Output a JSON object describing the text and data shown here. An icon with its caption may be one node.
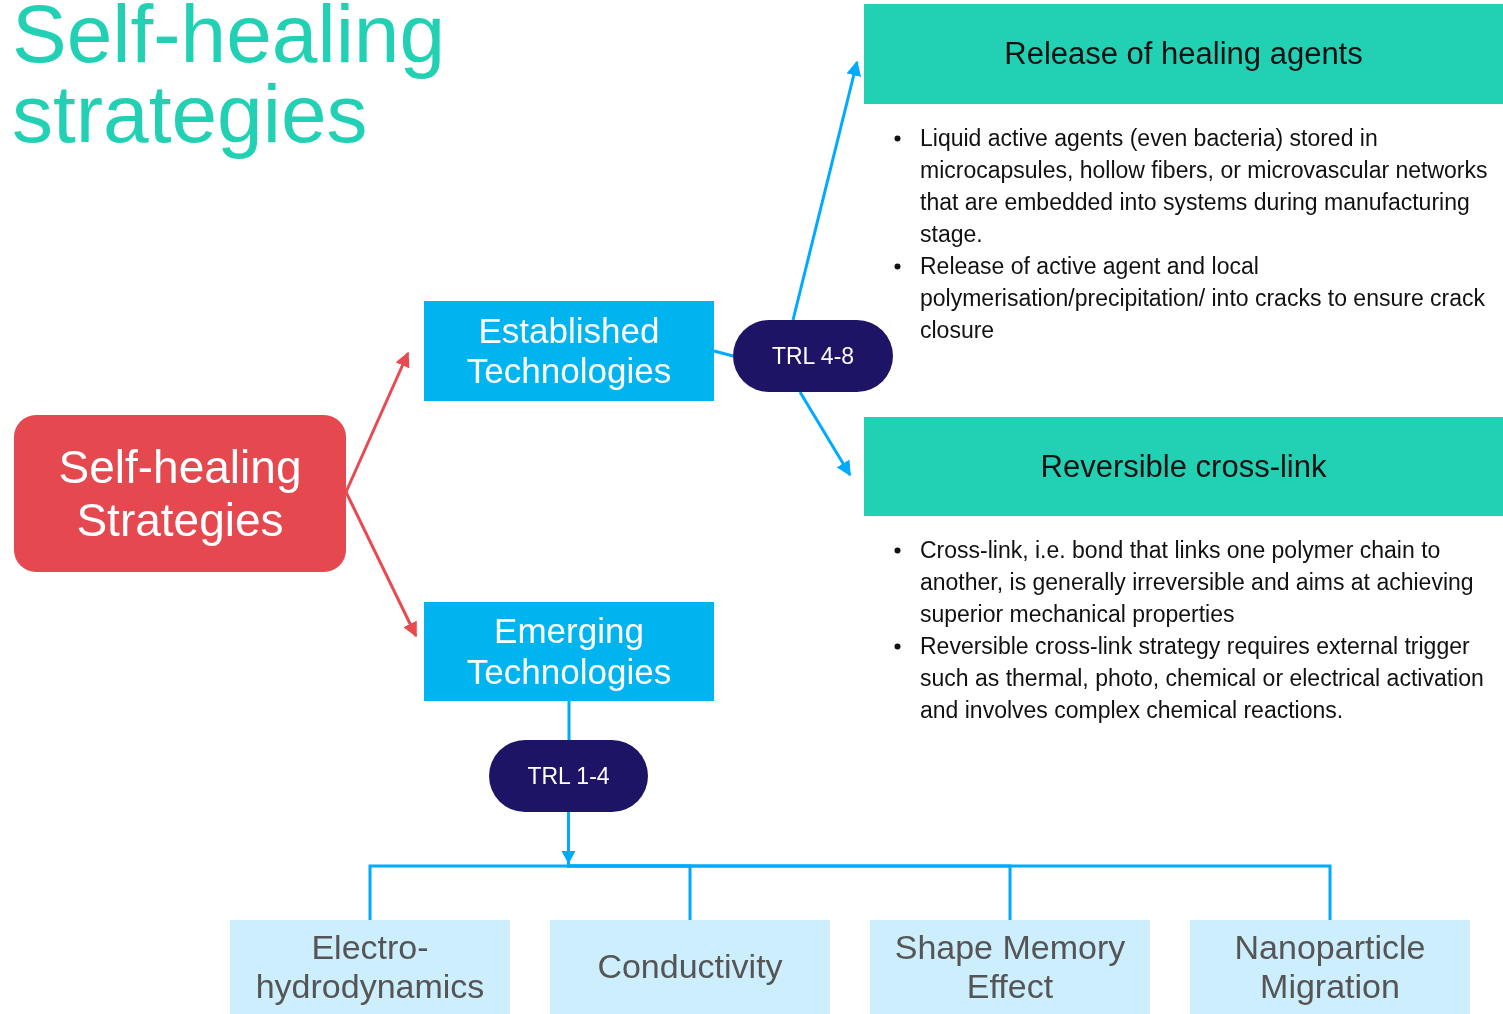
{
  "diagram": {
    "title": "Self-healing strategies",
    "nodes": [
      {
        "text": [
          "Self-healing Strategies"
        ]
      },
      {
        "text": [
          "Established Technologies"
        ]
      },
      {
        "text": [
          "Emerging Technologies"
        ]
      },
      {
        "text": [
          "TRL 4-8"
        ]
      },
      {
        "text": [
          "Release of healing agents"
        ],
        "beside": [
          "Liquid active agents (even bacteria) stored in microcapsules, hollow fibers, or microvascular networks that are embedded into systems during manufacturing stage.",
          "Release of active agent and local polymerisation/precipitation/ into cracks to ensure crack closure"
        ]
      },
      {
        "text": [
          "Reversible cross-link"
        ],
        "beside": [
          "Cross-link, i.e. bond that links one polymer chain to another, is generally irreversible and aims at achieving superior mechanical properties",
          "Reversible cross-link strategy requires external trigger such as thermal, photo, chemical or electrical activation and involves complex chemical reactions."
        ]
      },
      {
        "text": [
          "TRL 1-4"
        ]
      },
      {
        "text": [
          "Electro- hydrodynamics"
        ]
      },
      {
        "text": [
          "Conductivity"
        ]
      },
      {
        "text": [
          "Shape Memory Effect"
        ]
      },
      {
        "text": [
          "Nanoparticle Migration"
        ]
      }
    ],
    "edges": [
      {
        "from": 0,
        "to": 1,
        "arrow": "to",
        "color": "#e84a50"
      },
      {
        "from": 0,
        "to": 2,
        "arrow": "to",
        "color": "#e84a50"
      },
      {
        "from": 1,
        "to": 3,
        "arrow": "none"
      },
      {
        "from": 3,
        "to": 4,
        "arrow": "to"
      },
      {
        "from": 3,
        "to": 5,
        "arrow": "to"
      },
      {
        "from": 2,
        "to": 6,
        "arrow": "none"
      },
      {
        "from": 6,
        "to": 7,
        "arrow": "to"
      },
      {
        "from": 6,
        "to": 8,
        "arrow": "to"
      },
      {
        "from": 6,
        "to": 9,
        "arrow": "to"
      },
      {
        "from": 6,
        "to": 10,
        "arrow": "to"
      }
    ]
  }
}
